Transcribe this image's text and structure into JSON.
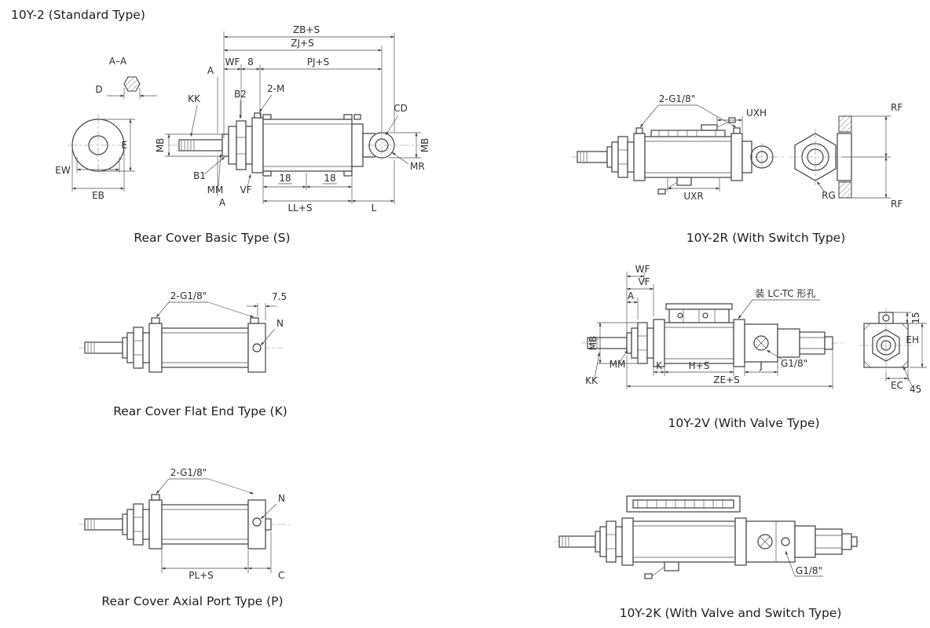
{
  "title": "10Y-2 (Standard Type)",
  "figures": {
    "basic_s": {
      "caption": "Rear Cover Basic Type (S)",
      "labels": {
        "section_aa": "A–A",
        "d": "D",
        "e": "E",
        "ew": "EW",
        "eb": "EB",
        "zb": "ZB+S",
        "zj": "ZJ+S",
        "wf": "WF",
        "eight": "8",
        "pj": "PJ+S",
        "a_top": "A",
        "a_bottom": "A",
        "kk": "KK",
        "b2": "B2",
        "two_m": "2-M",
        "cd": "CD",
        "mb_left": "MB",
        "mb_right": "MB",
        "mr": "MR",
        "b1": "B1",
        "mm": "MM",
        "vf": "VF",
        "d18_a": "18",
        "d18_b": "18",
        "ll": "LL+S",
        "l": "L"
      }
    },
    "switch_r": {
      "caption": "10Y-2R (With Switch Type)",
      "labels": {
        "ports": "2-G1/8\"",
        "uxh": "UXH",
        "uxr": "UXR",
        "rf_top": "RF",
        "rf_bottom": "RF",
        "rg": "RG"
      }
    },
    "flat_k": {
      "caption": "Rear Cover Flat End Type (K)",
      "labels": {
        "ports": "2-G1/8\"",
        "d75": "7.5",
        "n": "N"
      }
    },
    "valve_v": {
      "caption": "10Y-2V (With Valve Type)",
      "labels": {
        "wf": "WF",
        "vf": "VF",
        "a": "A",
        "mb": "MB",
        "mm": "MM",
        "kk": "KK",
        "k": "K",
        "h": "H+S",
        "j": "J",
        "port": "G1/8\"",
        "ze": "ZE+S",
        "note": "装 LC-TC 形孔",
        "d15": "15",
        "eh": "EH",
        "ec": "EC",
        "d45": "45"
      }
    },
    "axial_p": {
      "caption": "Rear Cover Axial Port Type (P)",
      "labels": {
        "ports": "2-G1/8\"",
        "n": "N",
        "pl": "PL+S",
        "c": "C"
      }
    },
    "valve_switch_k": {
      "caption": "10Y-2K (With Valve and Switch Type)",
      "labels": {
        "port": "G1/8\""
      }
    }
  }
}
